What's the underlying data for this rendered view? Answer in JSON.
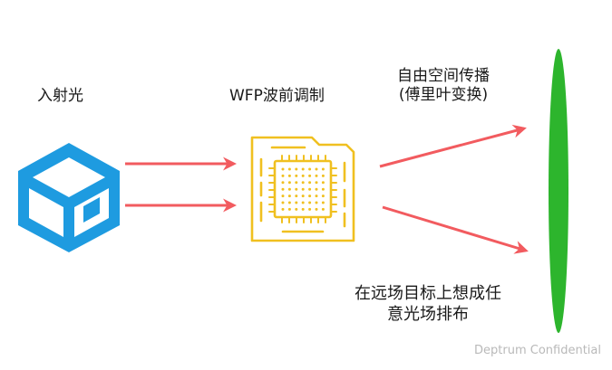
{
  "labels": {
    "incident_light": "入射光",
    "wfp": "WFP波前调制",
    "propagation_line1": "自由空间传播",
    "propagation_line2": "(傅里叶变换)",
    "target_line1": "在远场目标上想成任",
    "target_line2": "意光场排布"
  },
  "watermark": "Deptrum Confidential",
  "colors": {
    "cube": "#1e9be0",
    "chip": "#f0c020",
    "arrow": "#f25b5f",
    "screen": "#2db52d",
    "text": "#1a1a1a"
  },
  "icons": {
    "source": "cube-icon",
    "modulator": "chip-icon"
  }
}
